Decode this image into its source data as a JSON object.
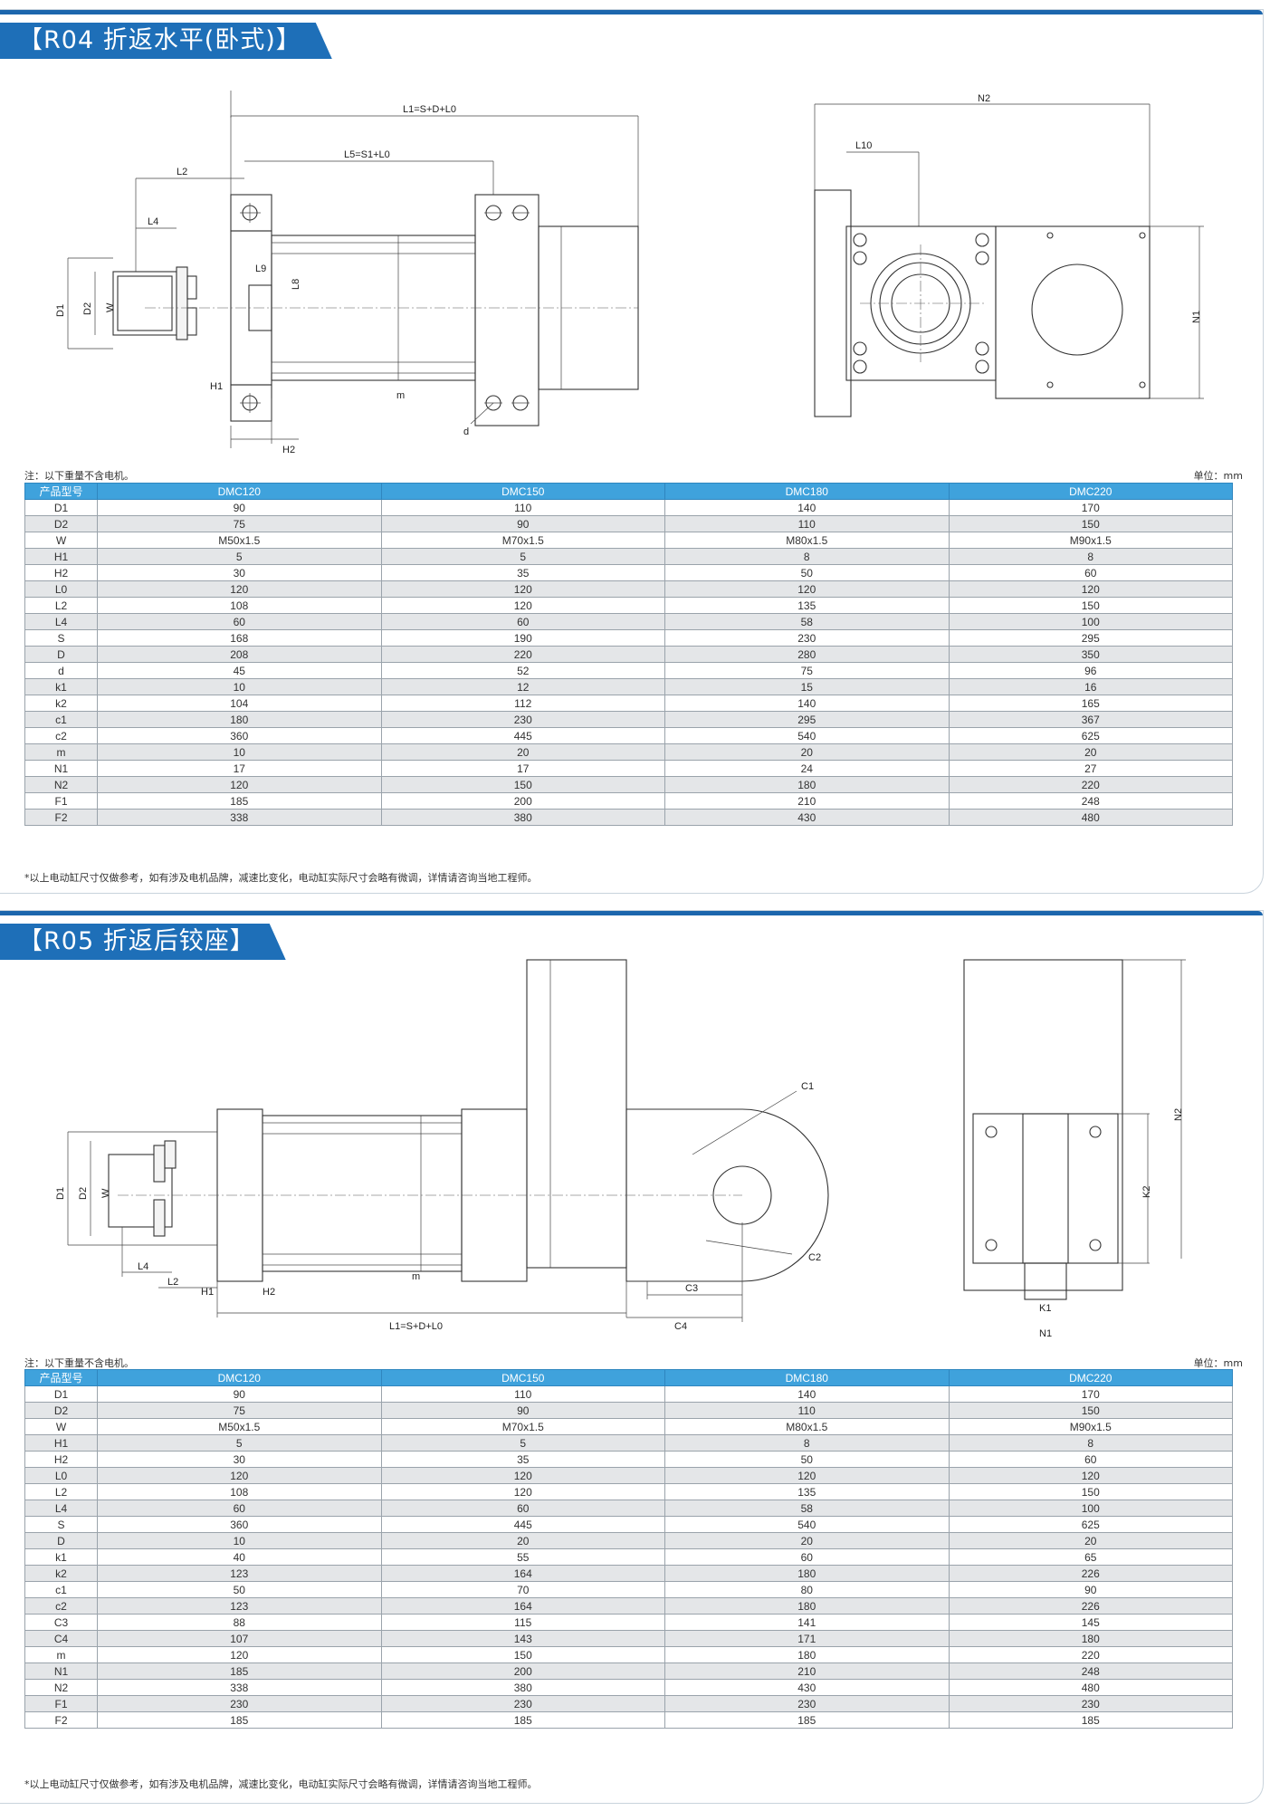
{
  "r04": {
    "title": "【R04  折返水平(卧式)】",
    "note": "注：以下重量不含电机。",
    "unit": "单位：mm",
    "footnote": "*以上电动缸尺寸仅做参考，如有涉及电机品牌，减速比变化，电动缸实际尺寸会略有微调，详情请咨询当地工程师。",
    "labels": {
      "L1": "L1=S+D+L0",
      "L5": "L5=S1+L0",
      "L2": "L2",
      "L4": "L4",
      "L9": "L9",
      "L8": "L8",
      "D1": "D1",
      "D2": "D2",
      "W": "W",
      "H1": "H1",
      "H2": "H2",
      "m": "m",
      "d": "d",
      "N2": "N2",
      "L10": "L10",
      "N1": "N1"
    },
    "header": [
      "产品型号",
      "DMC120",
      "DMC150",
      "DMC180",
      "DMC220"
    ],
    "rows": [
      [
        "D1",
        "90",
        "110",
        "140",
        "170"
      ],
      [
        "D2",
        "75",
        "90",
        "110",
        "150"
      ],
      [
        "W",
        "M50x1.5",
        "M70x1.5",
        "M80x1.5",
        "M90x1.5"
      ],
      [
        "H1",
        "5",
        "5",
        "8",
        "8"
      ],
      [
        "H2",
        "30",
        "35",
        "50",
        "60"
      ],
      [
        "L0",
        "120",
        "120",
        "120",
        "120"
      ],
      [
        "L2",
        "108",
        "120",
        "135",
        "150"
      ],
      [
        "L4",
        "60",
        "60",
        "58",
        "100"
      ],
      [
        "S",
        "168",
        "190",
        "230",
        "295"
      ],
      [
        "D",
        "208",
        "220",
        "280",
        "350"
      ],
      [
        "d",
        "45",
        "52",
        "75",
        "96"
      ],
      [
        "k1",
        "10",
        "12",
        "15",
        "16"
      ],
      [
        "k2",
        "104",
        "112",
        "140",
        "165"
      ],
      [
        "c1",
        "180",
        "230",
        "295",
        "367"
      ],
      [
        "c2",
        "360",
        "445",
        "540",
        "625"
      ],
      [
        "m",
        "10",
        "20",
        "20",
        "20"
      ],
      [
        "N1",
        "17",
        "17",
        "24",
        "27"
      ],
      [
        "N2",
        "120",
        "150",
        "180",
        "220"
      ],
      [
        "F1",
        "185",
        "200",
        "210",
        "248"
      ],
      [
        "F2",
        "338",
        "380",
        "430",
        "480"
      ]
    ]
  },
  "r05": {
    "title": "【R05  折返后铰座】",
    "note": "注：以下重量不含电机。",
    "unit": "单位：mm",
    "footnote": "*以上电动缸尺寸仅做参考，如有涉及电机品牌，减速比变化，电动缸实际尺寸会略有微调，详情请咨询当地工程师。",
    "labels": {
      "C1": "C1",
      "C2": "C2",
      "C3": "C3",
      "C4": "C4",
      "D1": "D1",
      "D2": "D2",
      "W": "W",
      "L4": "L4",
      "L2": "L2",
      "H1": "H1",
      "H2": "H2",
      "m": "m",
      "L1": "L1=S+D+L0",
      "N2": "N2",
      "K2": "K2",
      "K1": "K1",
      "N1": "N1"
    },
    "header": [
      "产品型号",
      "DMC120",
      "DMC150",
      "DMC180",
      "DMC220"
    ],
    "rows": [
      [
        "D1",
        "90",
        "110",
        "140",
        "170"
      ],
      [
        "D2",
        "75",
        "90",
        "110",
        "150"
      ],
      [
        "W",
        "M50x1.5",
        "M70x1.5",
        "M80x1.5",
        "M90x1.5"
      ],
      [
        "H1",
        "5",
        "5",
        "8",
        "8"
      ],
      [
        "H2",
        "30",
        "35",
        "50",
        "60"
      ],
      [
        "L0",
        "120",
        "120",
        "120",
        "120"
      ],
      [
        "L2",
        "108",
        "120",
        "135",
        "150"
      ],
      [
        "L4",
        "60",
        "60",
        "58",
        "100"
      ],
      [
        "S",
        "360",
        "445",
        "540",
        "625"
      ],
      [
        "D",
        "10",
        "20",
        "20",
        "20"
      ],
      [
        "k1",
        "40",
        "55",
        "60",
        "65"
      ],
      [
        "k2",
        "123",
        "164",
        "180",
        "226"
      ],
      [
        "c1",
        "50",
        "70",
        "80",
        "90"
      ],
      [
        "c2",
        "123",
        "164",
        "180",
        "226"
      ],
      [
        "C3",
        "88",
        "115",
        "141",
        "145"
      ],
      [
        "C4",
        "107",
        "143",
        "171",
        "180"
      ],
      [
        "m",
        "120",
        "150",
        "180",
        "220"
      ],
      [
        "N1",
        "185",
        "200",
        "210",
        "248"
      ],
      [
        "N2",
        "338",
        "380",
        "430",
        "480"
      ],
      [
        "F1",
        "230",
        "230",
        "230",
        "230"
      ],
      [
        "F2",
        "185",
        "185",
        "185",
        "185"
      ]
    ]
  }
}
